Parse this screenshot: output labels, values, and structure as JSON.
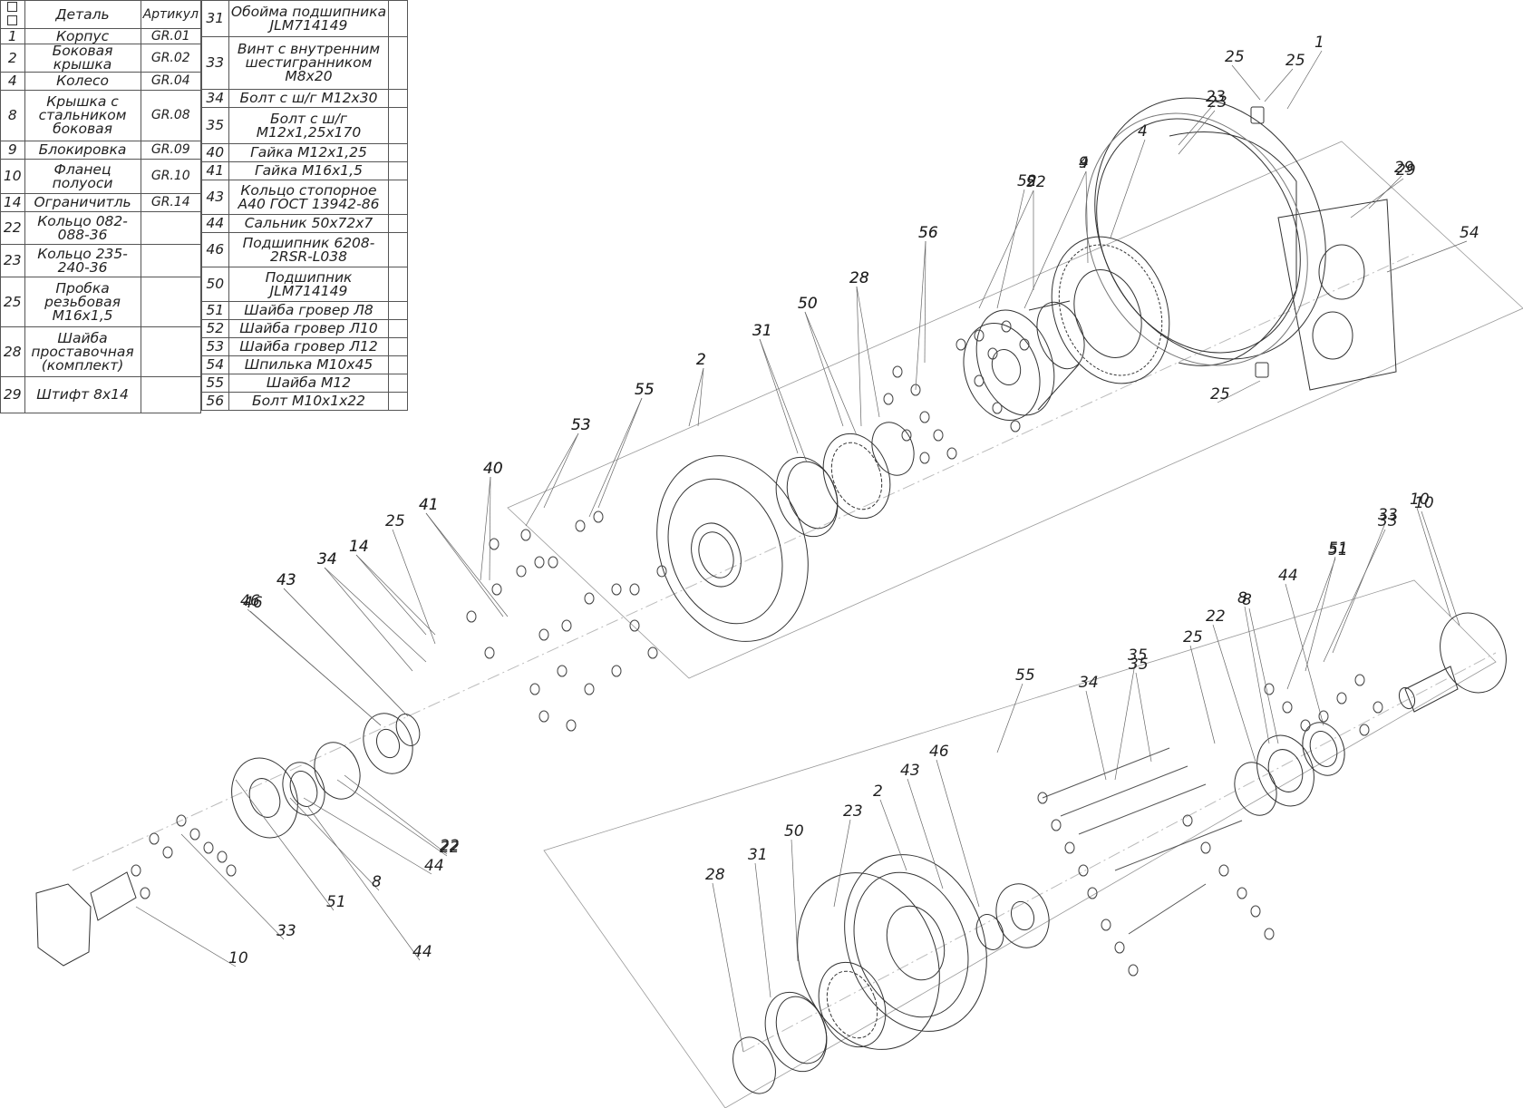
{
  "spec_table": {
    "header": {
      "name": "Деталь",
      "article": "Артикул"
    },
    "left_rows": [
      {
        "num": "1",
        "name": "Корпус",
        "article": "GR.01"
      },
      {
        "num": "2",
        "name": "Боковая крышка",
        "article": "GR.02"
      },
      {
        "num": "4",
        "name": "Колесо",
        "article": "GR.04"
      },
      {
        "num": "8",
        "name": "Крышка с стальником боковая",
        "article": "GR.08"
      },
      {
        "num": "9",
        "name": "Блокировка",
        "article": "GR.09"
      },
      {
        "num": "10",
        "name": "Фланец полуоси",
        "article": "GR.10"
      },
      {
        "num": "14",
        "name": "Ограничитль",
        "article": "GR.14"
      },
      {
        "num": "22",
        "name": "Кольцо 082-088-36",
        "article": ""
      },
      {
        "num": "23",
        "name": "Кольцо 235-240-36",
        "article": ""
      },
      {
        "num": "25",
        "name": "Пробка резьбовая М16х1,5",
        "article": ""
      },
      {
        "num": "28",
        "name": "Шайба проставочная (комплект)",
        "article": ""
      },
      {
        "num": "29",
        "name": "Штифт 8х14",
        "article": ""
      }
    ],
    "right_rows": [
      {
        "num": "31",
        "name": "Обойма подшипника JLM714149"
      },
      {
        "num": "33",
        "name": "Винт с внутренним шестигранником М8х20"
      },
      {
        "num": "34",
        "name": "Болт с ш/г М12х30"
      },
      {
        "num": "35",
        "name": "Болт с ш/г М12х1,25х170"
      },
      {
        "num": "40",
        "name": "Гайка М12х1,25"
      },
      {
        "num": "41",
        "name": "Гайка М16х1,5"
      },
      {
        "num": "43",
        "name": "Кольцо стопорное А40 ГОСТ 13942-86"
      },
      {
        "num": "44",
        "name": "Сальник 50х72х7"
      },
      {
        "num": "46",
        "name": "Подшипник 6208-2RSR-L038"
      },
      {
        "num": "50",
        "name": "Подшипник JLM714149"
      },
      {
        "num": "51",
        "name": "Шайба гровер Л8"
      },
      {
        "num": "52",
        "name": "Шайба гровер Л10"
      },
      {
        "num": "53",
        "name": "Шайба гровер Л12"
      },
      {
        "num": "54",
        "name": "Шпилька М10х45"
      },
      {
        "num": "55",
        "name": "Шайба М12"
      },
      {
        "num": "56",
        "name": "Болт М10х1х22"
      }
    ]
  },
  "callouts": [
    "1",
    "2",
    "4",
    "8",
    "9",
    "10",
    "14",
    "22",
    "23",
    "25",
    "28",
    "29",
    "31",
    "33",
    "34",
    "35",
    "40",
    "41",
    "43",
    "44",
    "46",
    "50",
    "51",
    "52",
    "53",
    "54",
    "55",
    "56",
    "25",
    "23",
    "29",
    "25",
    "10",
    "33",
    "51",
    "44",
    "8",
    "22",
    "25",
    "35",
    "34",
    "55",
    "2",
    "43",
    "46",
    "23",
    "50",
    "31",
    "28",
    "10",
    "33",
    "51",
    "8",
    "44",
    "22",
    "34",
    "43",
    "46",
    "25",
    "14",
    "41",
    "40",
    "53",
    "55",
    "2",
    "31",
    "50",
    "28",
    "56",
    "52",
    "9",
    "4"
  ]
}
